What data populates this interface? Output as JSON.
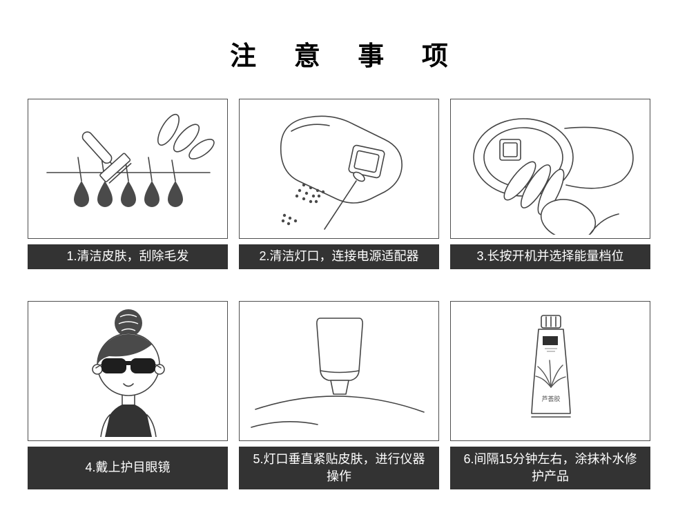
{
  "page": {
    "title": "注 意 事 项"
  },
  "colors": {
    "caption_bar": "#333333",
    "caption_text": "#ffffff",
    "line_art": "#444444"
  },
  "steps": [
    {
      "caption": "1.清洁皮肤，刮除毛发",
      "illustration": "razor-shaving-skin"
    },
    {
      "caption": "2.清洁灯口，连接电源适配器",
      "illustration": "clean-lamp-port-connect-adapter"
    },
    {
      "caption": "3.长按开机并选择能量档位",
      "illustration": "long-press-power-select-energy-level"
    },
    {
      "caption": "4.戴上护目眼镜",
      "illustration": "wear-protective-goggles"
    },
    {
      "caption": "5.灯口垂直紧贴皮肤，进行仪器操作",
      "illustration": "lamp-port-perpendicular-on-skin"
    },
    {
      "caption": "6.间隔15分钟左右，涂抹补水修护产品",
      "illustration": "apply-aloe-moisturizing-product"
    }
  ],
  "product": {
    "tube_label": "芦荟胶"
  }
}
